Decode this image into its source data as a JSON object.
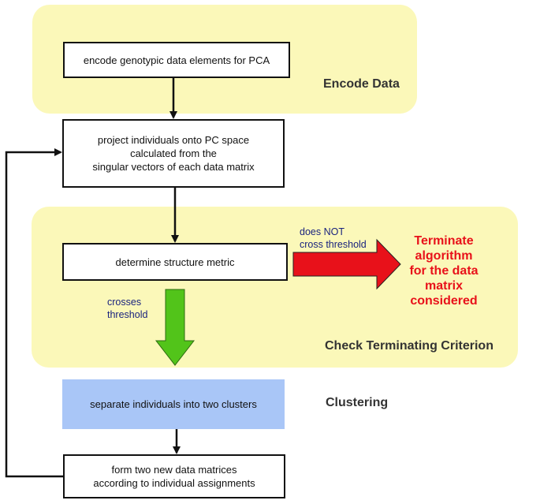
{
  "sections": {
    "encode": "Encode Data",
    "check": "Check Terminating Criterion",
    "clustering": "Clustering"
  },
  "boxes": {
    "encode": "encode genotypic data elements for PCA",
    "project": "project individuals onto PC space\ncalculated from the\nsingular vectors of each data matrix",
    "metric": "determine structure metric",
    "separate": "separate individuals into two clusters",
    "form": "form two new data matrices\naccording to individual assignments"
  },
  "notes": {
    "not_cross": "does NOT\ncross threshold",
    "crosses": "crosses\nthreshold"
  },
  "terminate": "Terminate\nalgorithm\nfor the data\nmatrix\nconsidered",
  "colors": {
    "panel": "#fbf8b9",
    "blue_box": "#a9c6f7",
    "red_arrow": "#e8111a",
    "green_arrow": "#52c41a",
    "note_text": "#1a237e"
  }
}
